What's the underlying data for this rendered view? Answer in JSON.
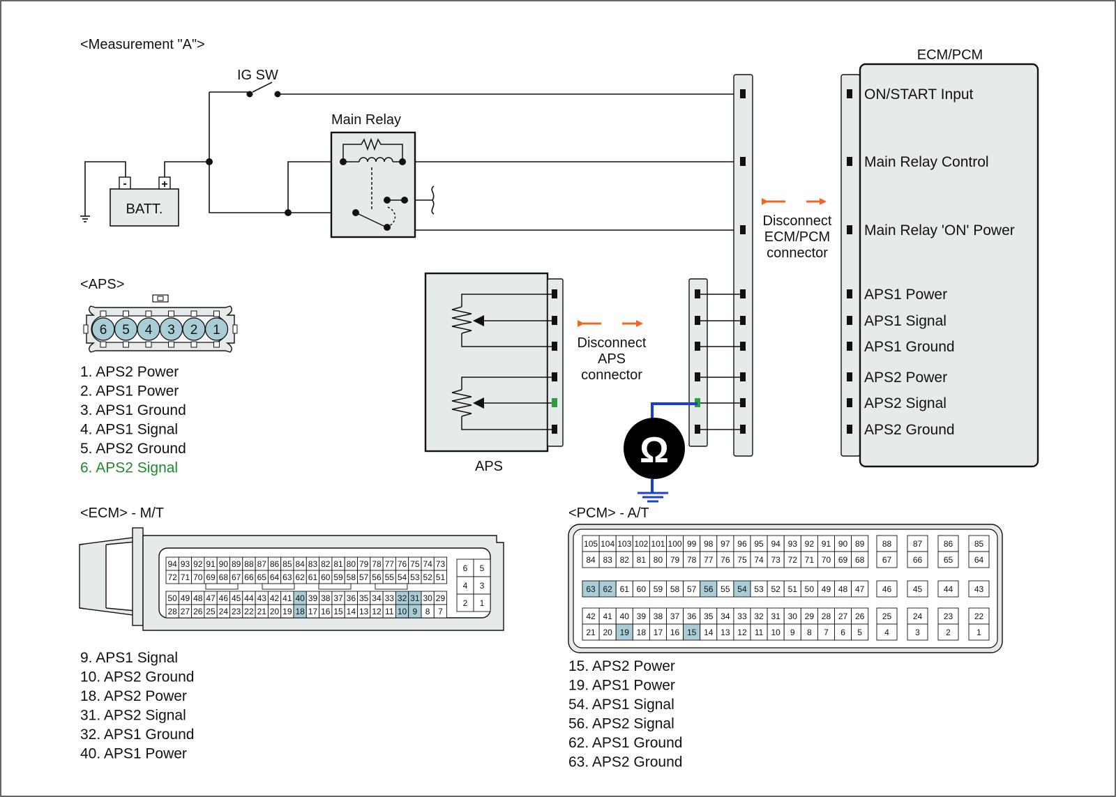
{
  "title": "<Measurement \"A\">",
  "ig_sw": "IG SW",
  "main_relay": "Main Relay",
  "battery": "BATT.",
  "batt_neg": "-",
  "batt_pos": "+",
  "aps_block_label": "APS",
  "ecm_pcm_title": "ECM/PCM",
  "disconnect_ecm": [
    "Disconnect",
    "ECM/PCM",
    "connector"
  ],
  "disconnect_aps": [
    "Disconnect",
    "APS",
    "connector"
  ],
  "ohm_symbol": "Ω",
  "ecm_pins": [
    "ON/START Input",
    "Main Relay Control",
    "Main Relay 'ON' Power",
    "APS1 Power",
    "APS1 Signal",
    "APS1 Ground",
    "APS2 Power",
    "APS2 Signal",
    "APS2 Ground"
  ],
  "aps_connector": {
    "header": "<APS>",
    "pin_numbers": [
      "6",
      "5",
      "4",
      "3",
      "2",
      "1"
    ],
    "legend": [
      "1. APS2 Power",
      "2. APS1 Power",
      "3. APS1 Ground",
      "4. APS1 Signal",
      "5. APS2 Ground",
      "6. APS2 Signal"
    ],
    "highlight_index": 5
  },
  "ecm_mt": {
    "header": "<ECM> - M/T",
    "rows": [
      [
        "94",
        "93",
        "92",
        "91",
        "90",
        "89",
        "88",
        "87",
        "86",
        "85",
        "84",
        "83",
        "82",
        "81",
        "80",
        "79",
        "78",
        "77",
        "76",
        "75",
        "74",
        "73"
      ],
      [
        "72",
        "71",
        "70",
        "69",
        "68",
        "67",
        "66",
        "65",
        "64",
        "63",
        "62",
        "61",
        "60",
        "59",
        "58",
        "57",
        "56",
        "55",
        "54",
        "53",
        "52",
        "51"
      ],
      [
        "50",
        "49",
        "48",
        "47",
        "46",
        "45",
        "44",
        "43",
        "42",
        "41",
        "40",
        "39",
        "38",
        "37",
        "36",
        "35",
        "34",
        "33",
        "32",
        "31",
        "30",
        "29"
      ],
      [
        "28",
        "27",
        "26",
        "25",
        "24",
        "23",
        "22",
        "21",
        "20",
        "19",
        "18",
        "17",
        "16",
        "15",
        "14",
        "13",
        "12",
        "11",
        "10",
        "9",
        "8",
        "7"
      ]
    ],
    "small_block": [
      [
        "6",
        "5"
      ],
      [
        "4",
        "3"
      ],
      [
        "2",
        "1"
      ]
    ],
    "highlight": [
      "40",
      "32",
      "31",
      "18",
      "10",
      "9"
    ],
    "legend": [
      "9. APS1 Signal",
      "10. APS2 Ground",
      "18. APS2 Power",
      "31. APS2 Signal",
      "32. APS1 Ground",
      "40. APS1 Power"
    ]
  },
  "pcm_at": {
    "header": "<PCM> - A/T",
    "rows": [
      [
        "105",
        "104",
        "103",
        "102",
        "101",
        "100",
        "99",
        "98",
        "97",
        "96",
        "95",
        "94",
        "93",
        "92",
        "91",
        "90",
        "89"
      ],
      [
        "84",
        "83",
        "82",
        "81",
        "80",
        "79",
        "78",
        "77",
        "76",
        "75",
        "74",
        "73",
        "72",
        "71",
        "70",
        "69",
        "68"
      ],
      [
        "63",
        "62",
        "61",
        "60",
        "59",
        "58",
        "57",
        "56",
        "55",
        "54",
        "53",
        "52",
        "51",
        "50",
        "49",
        "48",
        "47"
      ],
      [
        "42",
        "41",
        "40",
        "39",
        "38",
        "37",
        "36",
        "35",
        "34",
        "33",
        "32",
        "31",
        "30",
        "29",
        "28",
        "27",
        "26"
      ],
      [
        "21",
        "20",
        "19",
        "18",
        "17",
        "16",
        "15",
        "14",
        "13",
        "12",
        "11",
        "10",
        "9",
        "8",
        "7",
        "6",
        "5"
      ]
    ],
    "right_rows": [
      [
        "88",
        "87",
        "86",
        "85"
      ],
      [
        "67",
        "66",
        "65",
        "64"
      ],
      [
        "46",
        "45",
        "44",
        "43"
      ],
      [
        "25",
        "24",
        "23",
        "22"
      ],
      [
        "4",
        "3",
        "2",
        "1"
      ]
    ],
    "highlight": [
      "63",
      "62",
      "56",
      "54",
      "19",
      "15"
    ],
    "legend": [
      "15. APS2 Power",
      "19. APS1 Power",
      "54. APS1 Signal",
      "56. APS2 Signal",
      "62. APS1 Ground",
      "63. APS2 Ground"
    ]
  },
  "colors": {
    "highlight_fill": "#a9cdd7",
    "arrow": "#f26522",
    "probe_wire": "#1a3fd1",
    "aps2_signal_text": "#1e8a2e",
    "green_terminal": "#2e9b3c",
    "panel_fill": "#e7eaea"
  }
}
